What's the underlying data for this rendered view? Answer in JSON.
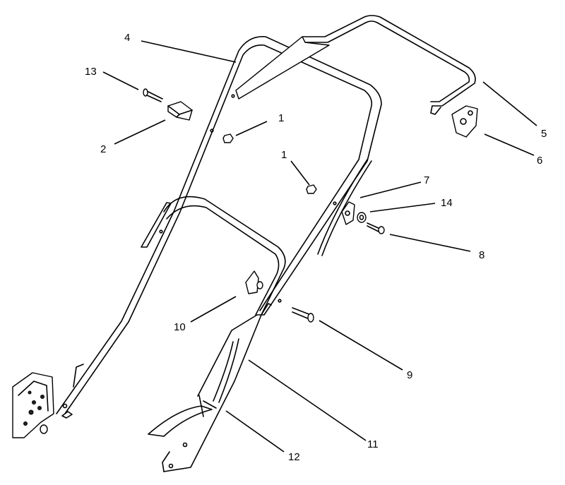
{
  "callouts": [
    {
      "id": "c1a",
      "label": "1"
    },
    {
      "id": "c1b",
      "label": "1"
    },
    {
      "id": "c2",
      "label": "2"
    },
    {
      "id": "c4",
      "label": "4"
    },
    {
      "id": "c5",
      "label": "5"
    },
    {
      "id": "c6",
      "label": "6"
    },
    {
      "id": "c7",
      "label": "7"
    },
    {
      "id": "c8",
      "label": "8"
    },
    {
      "id": "c9",
      "label": "9"
    },
    {
      "id": "c10",
      "label": "10"
    },
    {
      "id": "c11",
      "label": "11"
    },
    {
      "id": "c12",
      "label": "12"
    },
    {
      "id": "c13",
      "label": "13"
    },
    {
      "id": "c14",
      "label": "14"
    }
  ]
}
